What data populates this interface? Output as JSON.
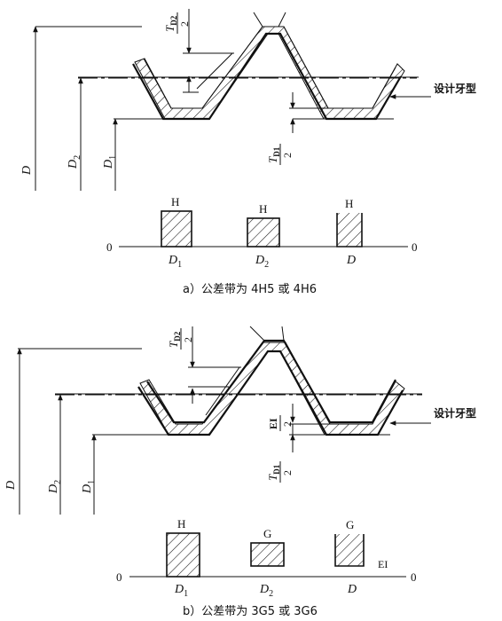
{
  "top": {
    "labels": {
      "D": "D",
      "D2": "D",
      "D2_sub": "2",
      "D1": "D",
      "D1_sub": "1",
      "TD2": "T",
      "TD2_sub": "D2",
      "TD2_den": "2",
      "TD1": "T",
      "TD1_sub": "D1",
      "TD1_den": "2",
      "design_profile": "设计牙型"
    },
    "bars": [
      {
        "letter": "H",
        "name": "D",
        "sub": "1"
      },
      {
        "letter": "H",
        "name": "D",
        "sub": "2"
      },
      {
        "letter": "H",
        "name": "D",
        "sub": ""
      }
    ],
    "zero_left": "0",
    "zero_right": "0",
    "caption": "a）公差带为 4H5 或 4H6"
  },
  "bottom": {
    "labels": {
      "D": "D",
      "D2": "D",
      "D2_sub": "2",
      "D1": "D",
      "D1_sub": "1",
      "TD2": "T",
      "TD2_sub": "D2",
      "TD2_den": "2",
      "EI": "EI",
      "EI_den": "2",
      "TD1": "T",
      "TD1_sub": "D1",
      "TD1_den": "2",
      "design_profile": "设计牙型"
    },
    "bars": [
      {
        "letter": "H",
        "name": "D",
        "sub": "1"
      },
      {
        "letter": "G",
        "name": "D",
        "sub": "2"
      },
      {
        "letter": "G",
        "name": "D",
        "sub": ""
      }
    ],
    "ei_label": "EI",
    "zero_left": "0",
    "zero_right": "0",
    "caption": "b）公差带为 3G5 或 3G6"
  }
}
